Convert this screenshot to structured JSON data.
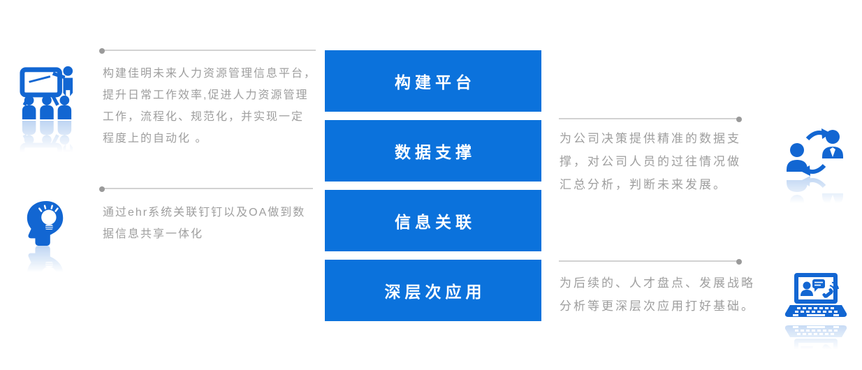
{
  "colors": {
    "box_blue": "#0b72dc",
    "icon_blue": "#1266d2",
    "divider_line": "#d2d2d2",
    "divider_dot": "#9a9a9a",
    "body_text": "#9e9e9e",
    "box_text": "#ffffff"
  },
  "center": {
    "boxes": [
      {
        "label": "构建平台"
      },
      {
        "label": "数据支撑"
      },
      {
        "label": "信息关联"
      },
      {
        "label": "深层次应用"
      }
    ]
  },
  "left": {
    "sections": [
      {
        "icon": "presentation-training-icon",
        "text": "构建佳明未来人力资源管理信息平台，\n提升日常工作效率,促进人力资源管理\n工作，流程化、规范化，并实现一定\n程度上的自动化 。"
      },
      {
        "icon": "idea-head-icon",
        "text": "通过ehr系统关联钉钉以及OA做到数\n据信息共享一体化"
      }
    ]
  },
  "right": {
    "sections": [
      {
        "icon": "people-sync-icon",
        "text": "为公司决策提供精准的数据支\n撑，对公司人员的过往情况做\n汇总分析，判断未来发展。"
      },
      {
        "icon": "laptop-contact-icon",
        "text": "为后续的、人才盘点、发展战略\n分析等更深层次应用打好基础。"
      }
    ]
  }
}
